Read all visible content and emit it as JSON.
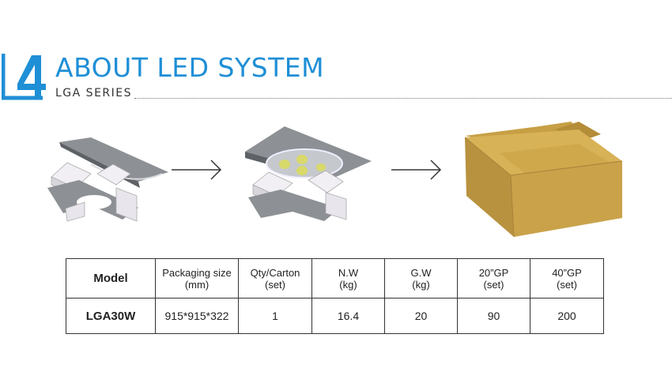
{
  "header": {
    "title": "ABOUT LED SYSTEM",
    "subtitle": "LGA SERIES"
  },
  "colors": {
    "accent": "#1f8fd6",
    "box": "#c9a24a"
  },
  "illustrations": [
    {
      "name": "packaging-step-1"
    },
    {
      "name": "packaging-step-2"
    },
    {
      "name": "carton-box"
    }
  ],
  "table": {
    "headers": [
      {
        "line1": "Model",
        "line2": ""
      },
      {
        "line1": "Packaging size",
        "line2": "(mm)"
      },
      {
        "line1": "Qty/Carton",
        "line2": "(set)"
      },
      {
        "line1": "N.W",
        "line2": "(kg)"
      },
      {
        "line1": "G.W",
        "line2": "(kg)"
      },
      {
        "line1": "20”GP",
        "line2": "(set)"
      },
      {
        "line1": "40”GP",
        "line2": "(set)"
      }
    ],
    "rows": [
      [
        "LGA30W",
        "915*915*322",
        "1",
        "16.4",
        "20",
        "90",
        "200"
      ]
    ]
  }
}
